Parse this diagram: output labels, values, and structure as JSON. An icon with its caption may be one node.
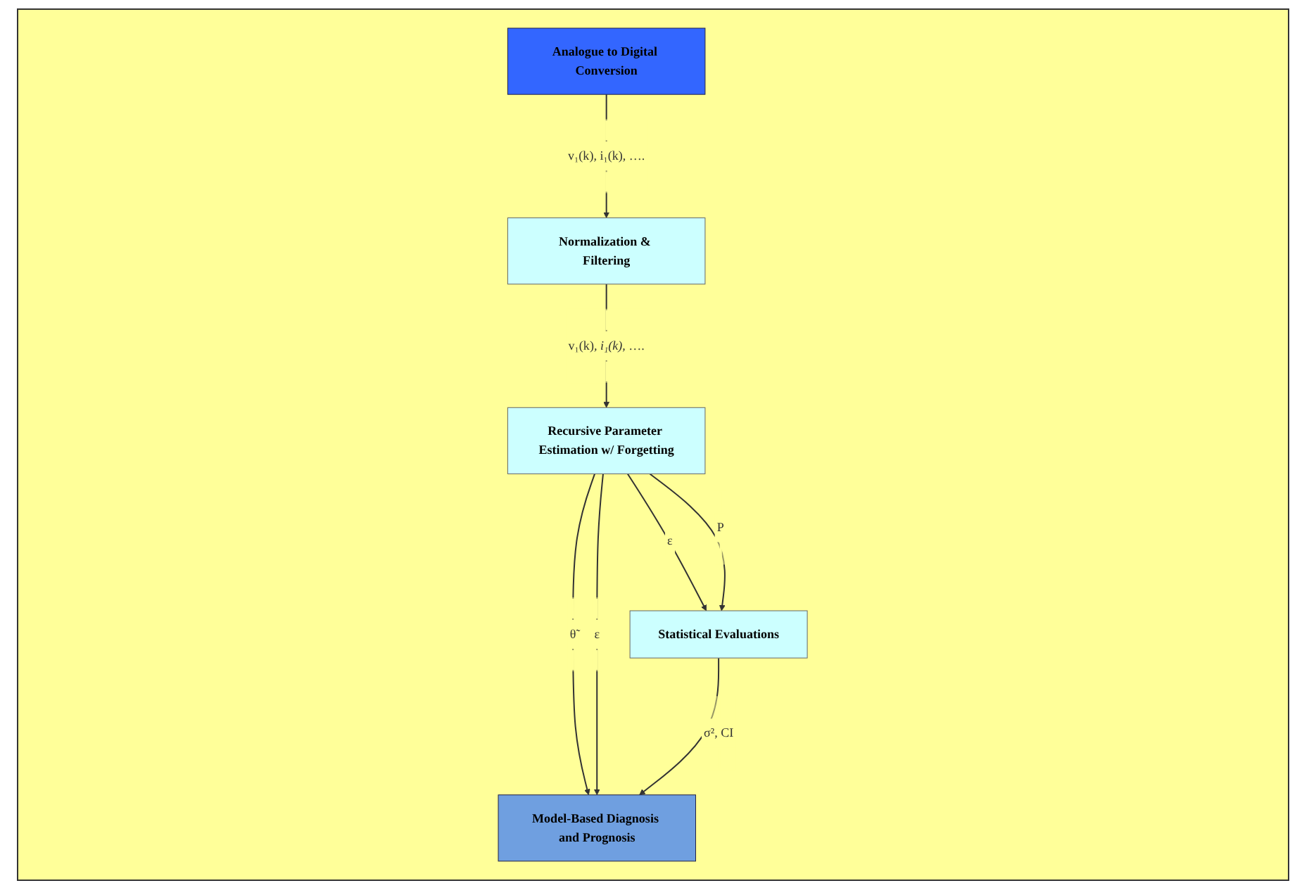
{
  "diagram": {
    "nodes": [
      {
        "text": [
          "Normalization & Filtering"
        ]
      },
      {
        "text": [
          "Analogue to Digital Conversion"
        ]
      },
      {
        "text": [
          "Recursive Parameter Estimation w/ Forgetting"
        ]
      },
      {
        "text": [
          "Model-Based Diagnosis and Prognosis"
        ]
      },
      {
        "text": [
          "Statistical Evaluations"
        ]
      }
    ],
    "edges": [
      {
        "from": 1,
        "to": 0,
        "arrow": "to",
        "label": "v₁(k), i₁(k), …."
      },
      {
        "from": 0,
        "to": 2,
        "arrow": "to",
        "label": "v₁(k)*, i₁(k)*, …."
      },
      {
        "from": 2,
        "to": 3,
        "arrow": "to",
        "label": "θ̃"
      },
      {
        "from": 2,
        "to": 3,
        "arrow": "to",
        "label": "ε"
      },
      {
        "from": 2,
        "to": 4,
        "arrow": "to",
        "label": "ε"
      },
      {
        "from": 2,
        "to": 4,
        "arrow": "to",
        "label": "P"
      },
      {
        "from": 4,
        "to": 3,
        "arrow": "to",
        "label": "σ², CI"
      }
    ]
  }
}
